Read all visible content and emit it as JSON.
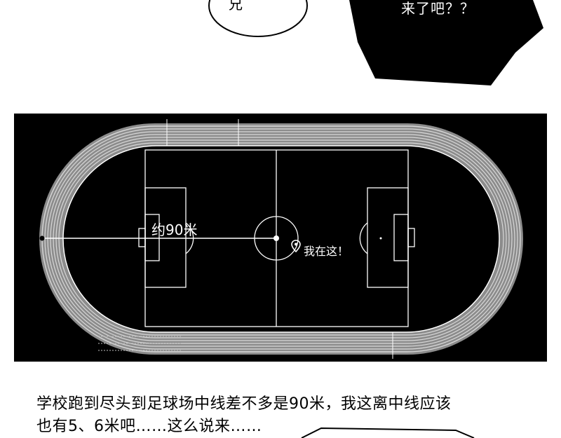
{
  "bubbles": {
    "left_fragment": "兄",
    "right_fragment": "来了吧？？"
  },
  "map": {
    "distance_label": "约90米",
    "location_label": "我在这！",
    "location_pin_icon": "map-pin-icon"
  },
  "caption": {
    "line1": "学校跑到尽头到足球场中线差不多是90米，我这离中线应该",
    "line2": "也有5、6米吧……这么说来……"
  },
  "colors": {
    "panel_bg": "#000000",
    "lines": "#ffffff",
    "track": "#9a9a9a"
  }
}
